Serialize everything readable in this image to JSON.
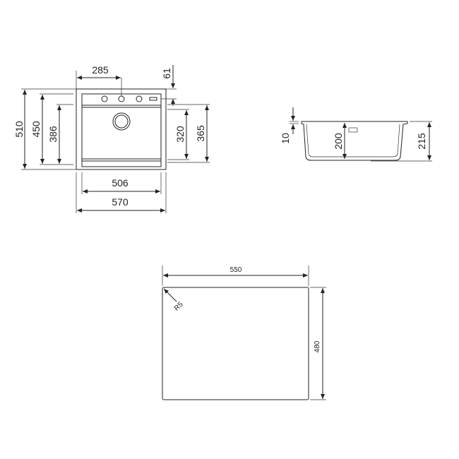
{
  "top_view": {
    "width_overall": "570",
    "width_bowl": "506",
    "tap_offset": "285",
    "rim_depth": "61",
    "depth_overall": "510",
    "depth_450": "450",
    "depth_386": "386",
    "bowl_320": "320",
    "bowl_365": "365"
  },
  "side_view": {
    "rim_thickness": "10",
    "bowl_depth": "200",
    "overall_height": "215"
  },
  "cutout": {
    "width": "550",
    "height": "480",
    "corner_radius": "R5"
  },
  "colors": {
    "line": "#222222",
    "background": "#ffffff"
  }
}
